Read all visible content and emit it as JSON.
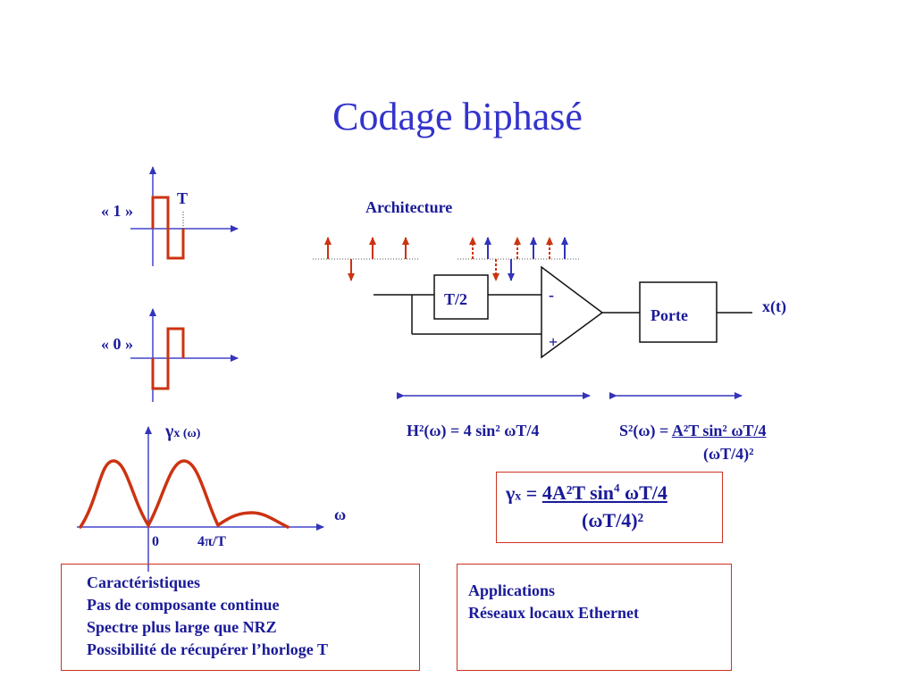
{
  "title": "Codage biphasé",
  "signal_one": {
    "label": "« 1 »",
    "period_label": "T"
  },
  "signal_zero": {
    "label": "« 0 »"
  },
  "spectrum": {
    "y_label_main": "γ",
    "y_label_sub": "x (ω)",
    "x_label": "ω",
    "tick_zero": "0",
    "tick_4pi": "4π/T"
  },
  "architecture": {
    "title": "Architecture",
    "delay_label": "T/2",
    "minus_label": "-",
    "plus_label": "+",
    "gate_label": "Porte",
    "output_label": "x(t)"
  },
  "formulas": {
    "h2": "H²(ω) = 4 sin² ωT/4",
    "s2_prefix": "S²(ω) = ",
    "s2_numerator": "A²T sin² ωT/4",
    "s2_denominator": "(ωT/4)²",
    "gamma_symbol": "γ",
    "gamma_sub": "x",
    "gamma_eq": " = ",
    "gamma_numerator_a": "4A²T sin",
    "gamma_numerator_exp": "4",
    "gamma_numerator_b": " ωT/4",
    "gamma_denominator": "(ωT/4)²"
  },
  "characteristics": [
    "Caractéristiques",
    "Pas de composante continue",
    "Spectre plus large que NRZ",
    "Possibilité de récupérer l’horloge T"
  ],
  "applications": [
    "Applications",
    "Réseaux locaux Ethernet"
  ],
  "colors": {
    "title": "#3333cc",
    "axis": "#4444cc",
    "signal": "#cc3311",
    "text": "#1a1a99"
  }
}
